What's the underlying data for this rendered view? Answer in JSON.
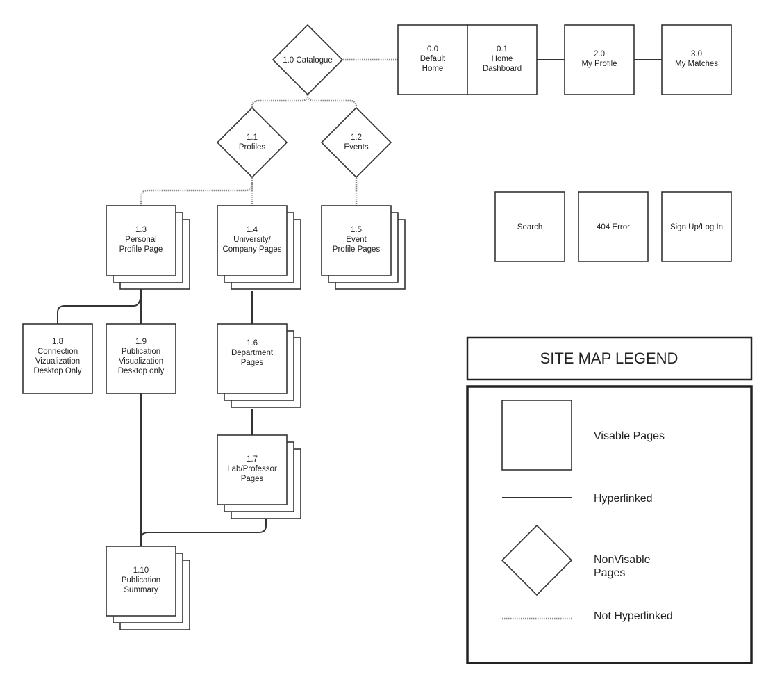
{
  "nodes": {
    "catalogue": {
      "label": "1.0 Catalogue"
    },
    "default_home": {
      "lines": [
        "0.0",
        "Default",
        "Home"
      ]
    },
    "home_dashboard": {
      "lines": [
        "0.1",
        "Home",
        "Dashboard"
      ]
    },
    "my_profile": {
      "lines": [
        "2.0",
        "My Profile"
      ]
    },
    "my_matches": {
      "lines": [
        "3.0",
        "My Matches"
      ]
    },
    "profiles": {
      "lines": [
        "1.1",
        "Profiles"
      ]
    },
    "events": {
      "lines": [
        "1.2",
        "Events"
      ]
    },
    "personal_profile": {
      "lines": [
        "1.3",
        "Personal",
        "Profile Page"
      ]
    },
    "university_pages": {
      "lines": [
        "1.4",
        "University/",
        "Company Pages"
      ]
    },
    "event_profile": {
      "lines": [
        "1.5",
        "Event",
        "Profile Pages"
      ]
    },
    "department_pages": {
      "lines": [
        "1.6",
        "Department",
        "Pages"
      ]
    },
    "lab_professor": {
      "lines": [
        "1.7",
        "Lab/Professor",
        "Pages"
      ]
    },
    "connection_viz": {
      "lines": [
        "1.8",
        "Connection",
        "Vizualization",
        "Desktop Only"
      ]
    },
    "publication_viz": {
      "lines": [
        "1.9",
        "Publication",
        "Visualization",
        "Desktop only"
      ]
    },
    "publication_summary": {
      "lines": [
        "1.10",
        "Publication",
        "Summary"
      ]
    },
    "search": {
      "label": "Search"
    },
    "error_404": {
      "label": "404 Error"
    },
    "signup_login": {
      "label": "Sign Up/Log In"
    }
  },
  "legend": {
    "title": "SITE MAP LEGEND",
    "visible_pages": "Visable Pages",
    "hyperlinked": "Hyperlinked",
    "nonvisible_pages": [
      "NonVisable",
      "Pages"
    ],
    "not_hyperlinked": "Not Hyperlinked"
  }
}
